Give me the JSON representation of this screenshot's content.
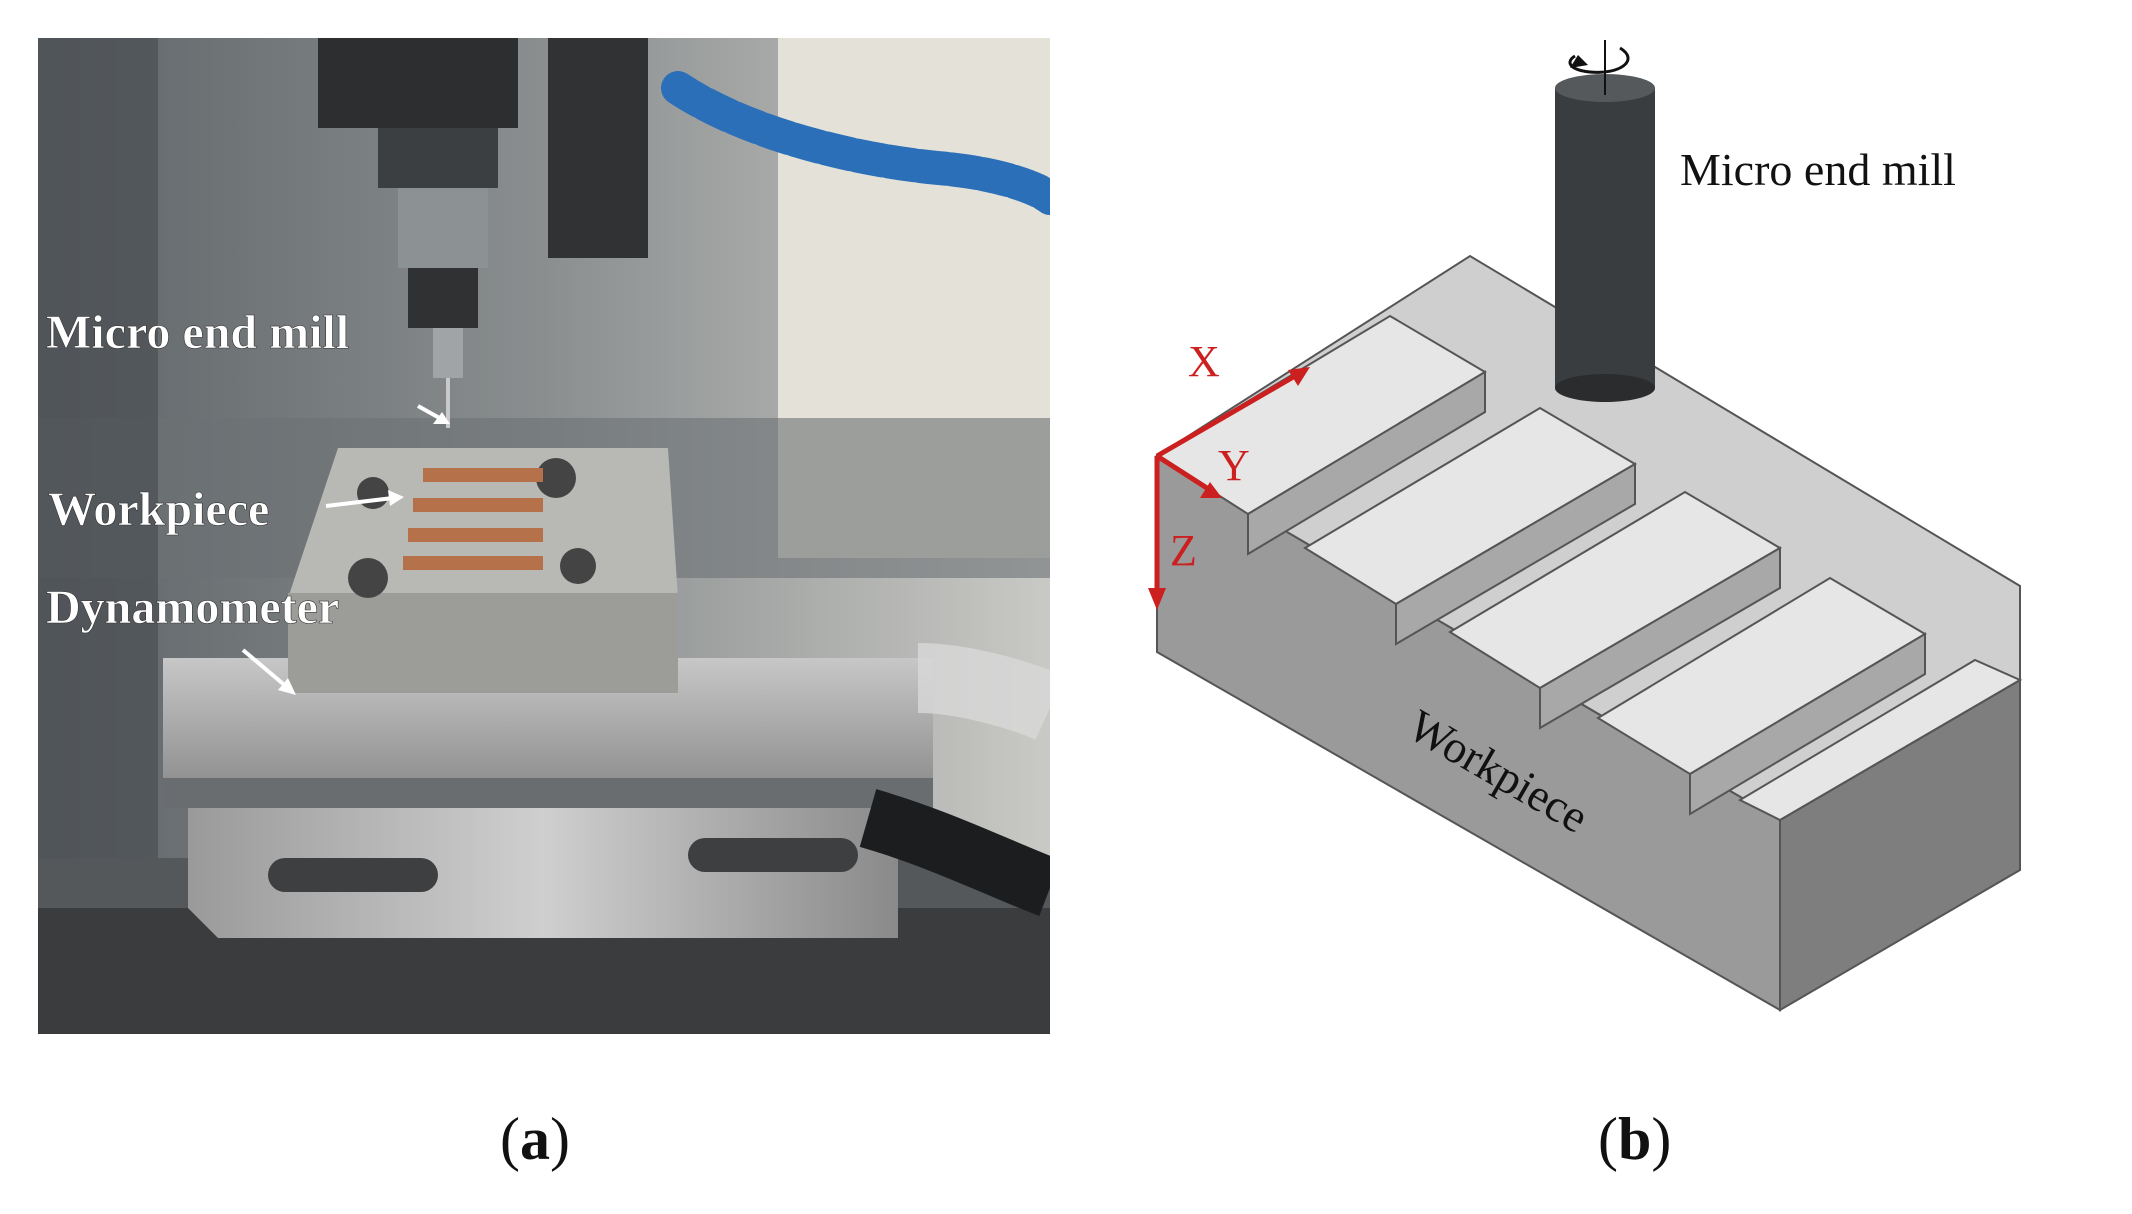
{
  "panel_a": {
    "caption_letter": "a",
    "labels": {
      "micro_end_mill": "Micro end mill",
      "workpiece": "Workpiece",
      "dynamometer": "Dynamometer"
    }
  },
  "panel_b": {
    "caption_letter": "b",
    "labels": {
      "micro_end_mill": "Micro end mill",
      "workpiece": "Workpiece"
    },
    "axes": {
      "x": "X",
      "y": "Y",
      "z": "Z"
    }
  },
  "colors": {
    "axis_red": "#cc1f1f",
    "block_top": "#e2e2e2",
    "block_side": "#9a9a9a",
    "tool": "#3a3d40"
  }
}
